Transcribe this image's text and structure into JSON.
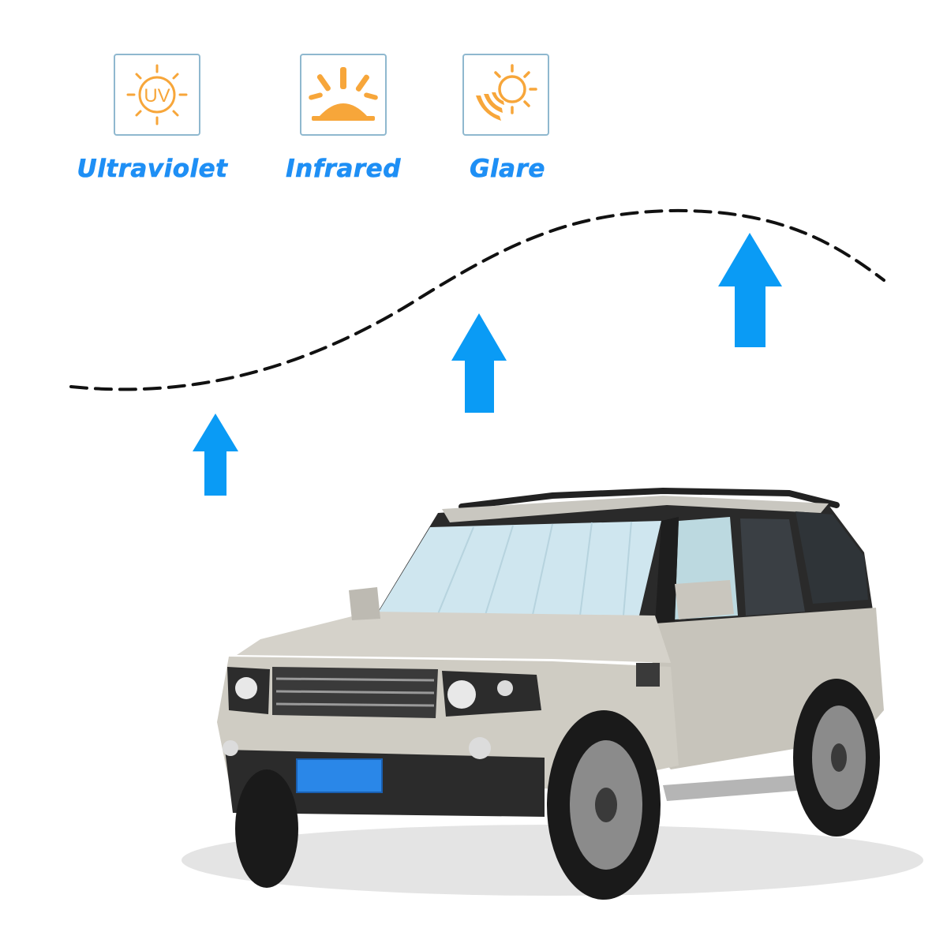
{
  "features": [
    {
      "label": "Ultraviolet",
      "icon": "uv-sun-icon",
      "icon_text": "UV"
    },
    {
      "label": "Infrared",
      "icon": "sunset-icon"
    },
    {
      "label": "Glare",
      "icon": "glare-sun-icon"
    }
  ],
  "vehicle": {
    "icon": "suv-with-windshield-sunshade"
  },
  "colors": {
    "accent_blue": "#1e8ff5",
    "arrow_blue": "#0a9bf5",
    "sun_orange": "#f7a63a",
    "icon_border": "#8fb8cf",
    "dash_line": "#111111"
  }
}
